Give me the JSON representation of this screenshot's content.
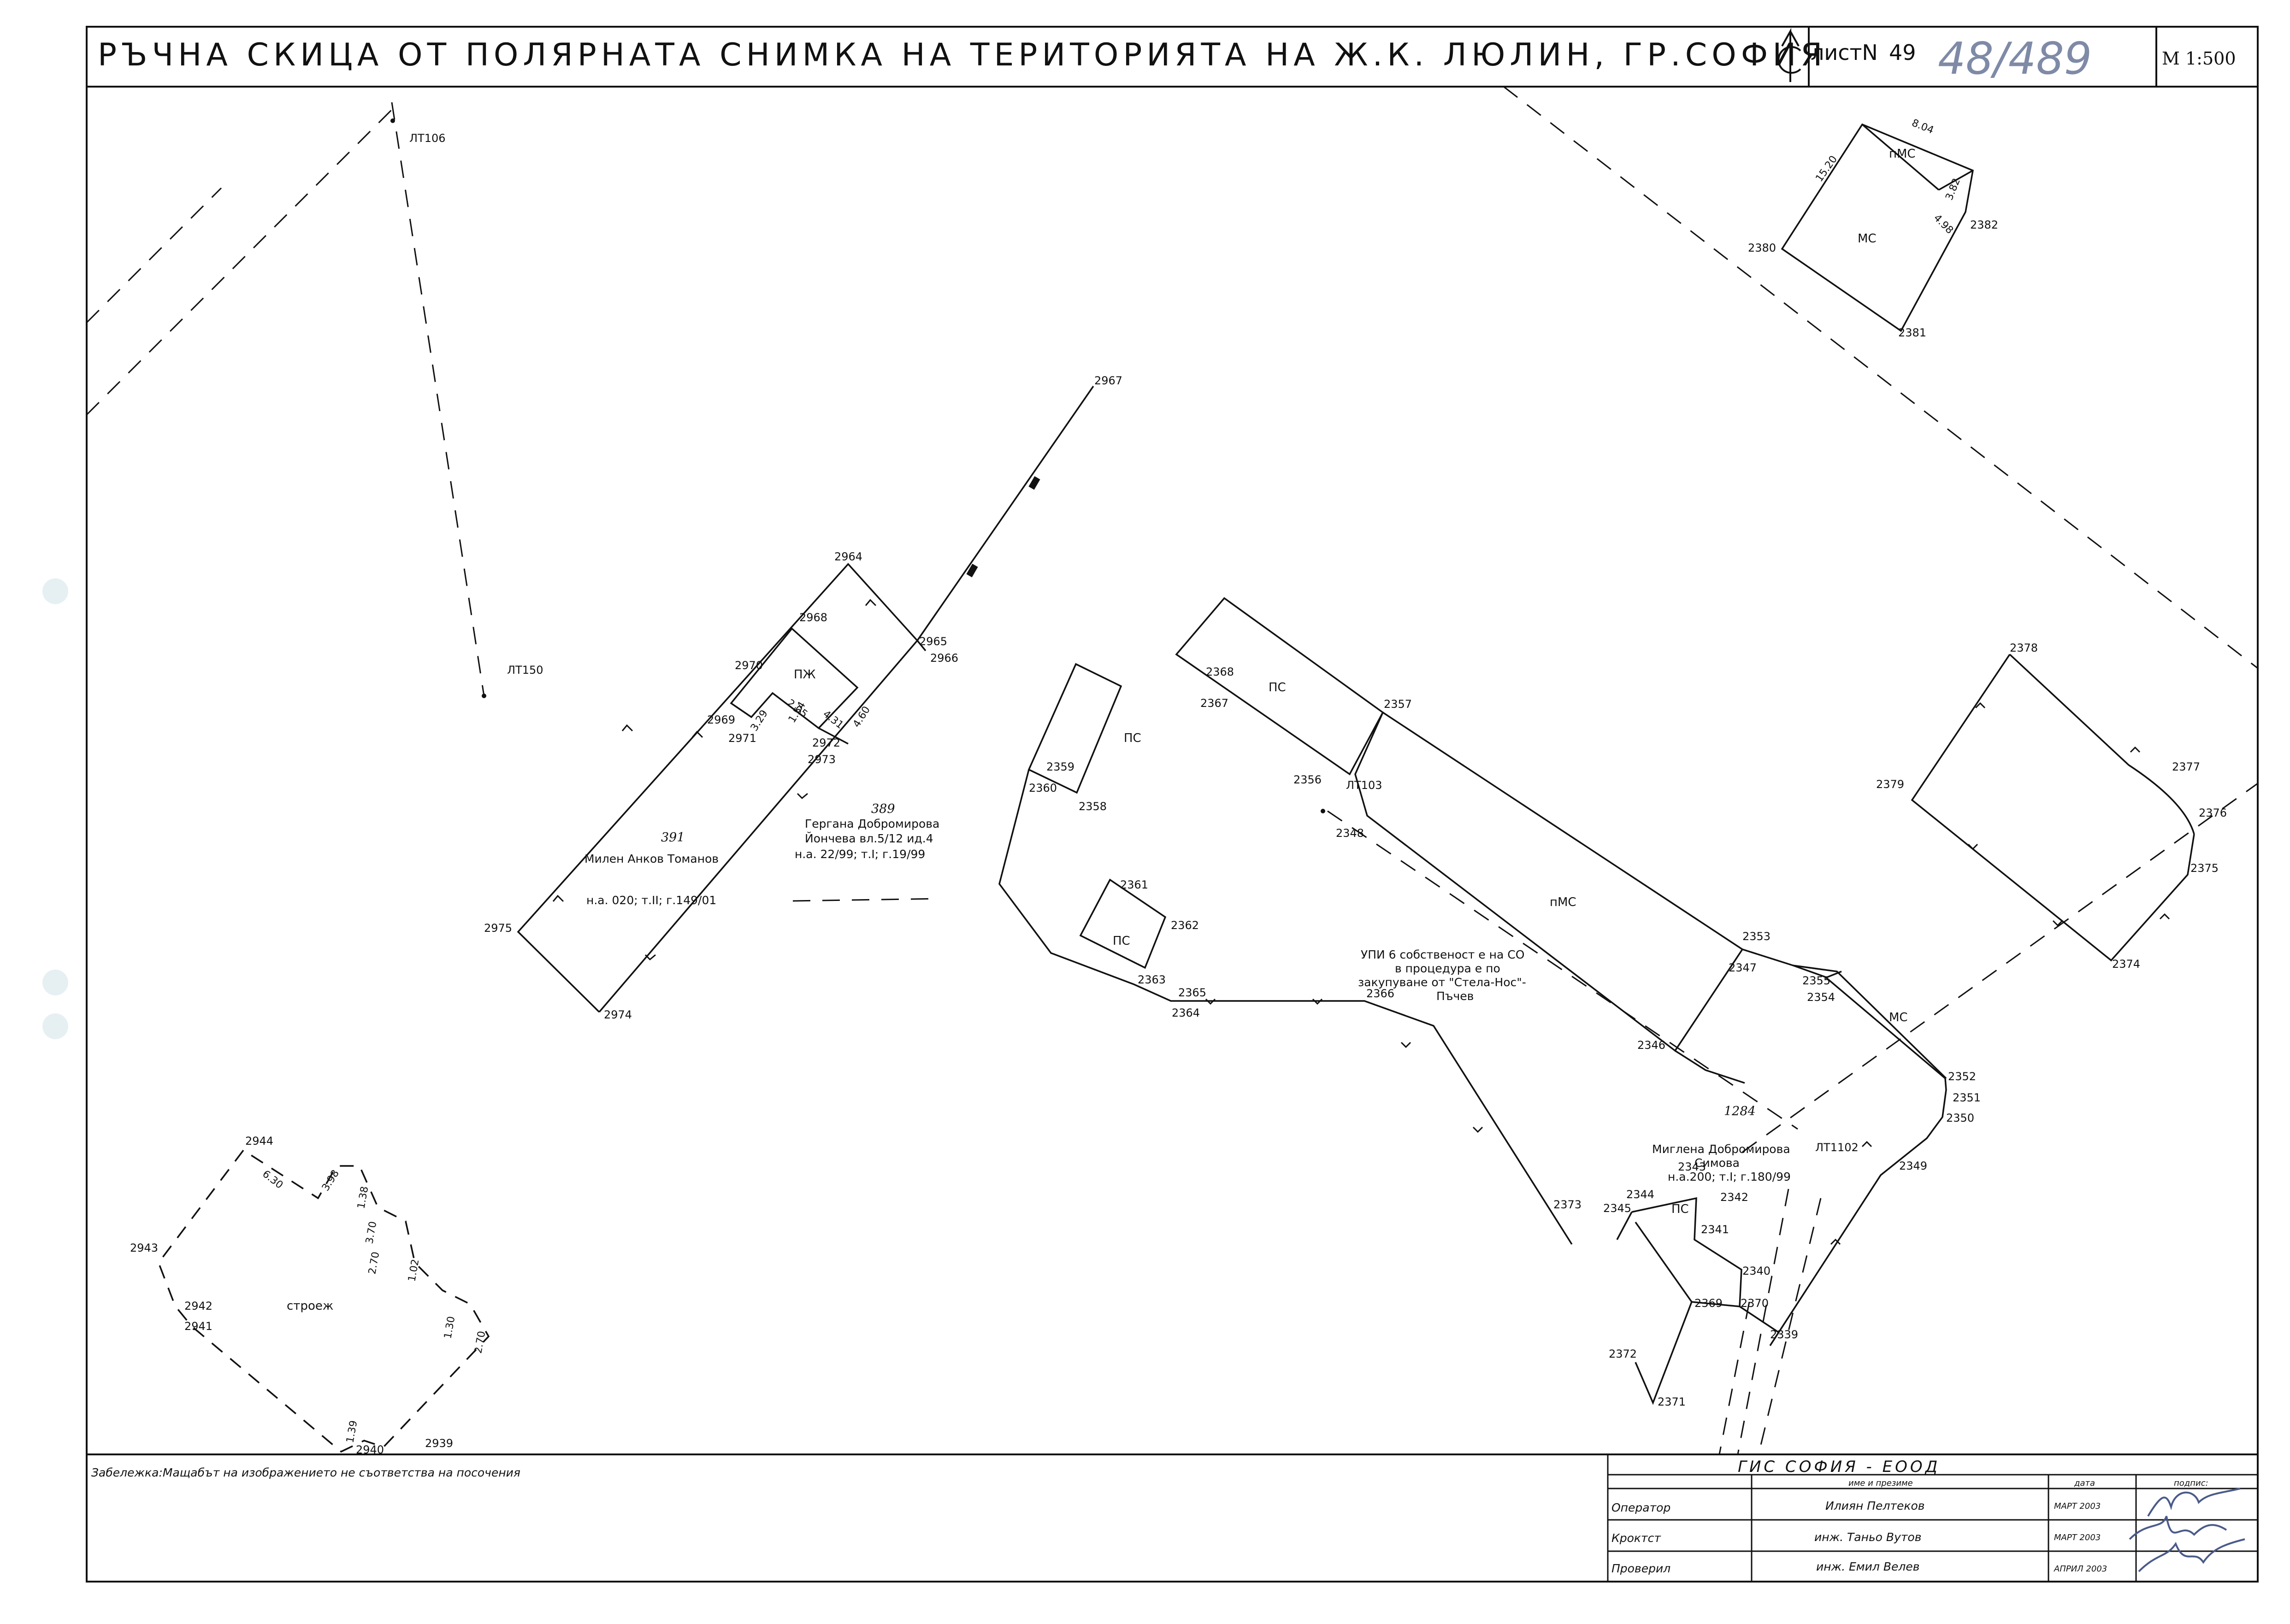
{
  "header": {
    "title": "РЪЧНА СКИЦА ОТ ПОЛЯРНАТА СНИМКА НА ТЕРИТОРИЯТА НА Ж.К. ЛЮЛИН, ГР.СОФИЯ",
    "sheet_label": "листN",
    "sheet_number": "49",
    "handwritten_ref": "48/489",
    "scale": "М 1:500"
  },
  "control_points": {
    "lt106": "ЛТ106",
    "lt150": "ЛТ150",
    "lt103": "ЛТ103",
    "lt1102": "ЛТ1102"
  },
  "point_numbers": {
    "p2967": "2967",
    "p2964": "2964",
    "p2968": "2968",
    "p2965": "2965",
    "p2966": "2966",
    "p2970": "2970",
    "p2969": "2969",
    "p2971": "2971",
    "p2972": "2972",
    "p2973": "2973",
    "p2975": "2975",
    "p2974": "2974",
    "p2380": "2380",
    "p2382": "2382",
    "p2381": "2381",
    "p2368": "2368",
    "p2367": "2367",
    "p2357": "2357",
    "p2356": "2356",
    "p2359": "2359",
    "p2360": "2360",
    "p2358": "2358",
    "p2348": "2348",
    "p2361": "2361",
    "p2362": "2362",
    "p2363": "2363",
    "p2365": "2365",
    "p2364": "2364",
    "p2366": "2366",
    "p2353": "2353",
    "p2347": "2347",
    "p2346": "2346",
    "p2373": "2373",
    "p2355": "2355",
    "p2354": "2354",
    "p2352": "2352",
    "p2351": "2351",
    "p2350": "2350",
    "p2349": "2349",
    "p2378": "2378",
    "p2377": "2377",
    "p2379": "2379",
    "p2376": "2376",
    "p2375": "2375",
    "p2374": "2374",
    "p2343": "2343",
    "p2344": "2344",
    "p2345": "2345",
    "p2342": "2342",
    "p2341": "2341",
    "p2340": "2340",
    "p2369": "2369",
    "p2370": "2370",
    "p2372": "2372",
    "p2371": "2371",
    "p2339": "2339",
    "p2944": "2944",
    "p2943": "2943",
    "p2942": "2942",
    "p2941": "2941",
    "p2940": "2940",
    "p2939": "2939"
  },
  "buildings": {
    "pms_top": "пМС",
    "ms_top": "МС",
    "pzh": "ПЖ",
    "ps_upper": "ПС",
    "ps_left": "ПС",
    "ps_lower": "ПС",
    "pms_main": "пМС",
    "ms_mid": "МС",
    "ps_small": "ПС",
    "stroezh": "строеж"
  },
  "dimensions": {
    "d_8_04": "8.04",
    "d_15_20": "15.20",
    "d_3_82": "3.82",
    "d_4_98": "4.98",
    "d_3_29": "3.29",
    "d_2_05": "2.05",
    "d_1_54": "1.54",
    "d_4_31": "4.31",
    "d_4_60": "4.60",
    "d_6_30": "6.30",
    "d_3_98": "3.98",
    "d_1_38": "1.38",
    "d_3_70": "3.70",
    "d_2_70": "2.70",
    "d_1_02": "1.02",
    "d_1_30": "1.30",
    "d_2_70b": "2.70",
    "d_1_39": "1.39"
  },
  "parcels": {
    "p391": {
      "number": "391",
      "owner": "Милен Анков Томанов",
      "deed": "н.а. 020; т.II; г.149/01"
    },
    "p389": {
      "number": "389",
      "owner_line1": "Гергана Добромирова",
      "owner_line2": "Йончева вл.5/12 ид.4",
      "deed": "н.а. 22/99; т.I; г.19/99"
    },
    "upi": {
      "line1": "УПИ 6 собственост е на СО",
      "line2": "в процедура е по",
      "line3": "закупуване от \"Стела-Нос\"-",
      "line4": "Пъчев"
    },
    "p1284": {
      "number": "1284",
      "owner_line1": "Миглена Добромирова",
      "owner_line2": "Симова",
      "deed": "н.а.200; т.I; г.180/99"
    }
  },
  "footer": {
    "note": "Забележка:Мащабът на изображението не съответства на посочения",
    "company": "ГИС СОФИЯ - ЕООД",
    "col_name": "име и презиме",
    "col_date": "дата",
    "col_sign": "подпис:",
    "rows": [
      {
        "role": "Оператор",
        "name": "Илиян Пелтеков",
        "date": "МАРТ 2003"
      },
      {
        "role": "Кроктст",
        "name": "инж. Таньо Вутов",
        "date": "МАРТ 2003"
      },
      {
        "role": "Проверил",
        "name": "инж. Емил Велев",
        "date": "АПРИЛ 2003"
      }
    ]
  }
}
